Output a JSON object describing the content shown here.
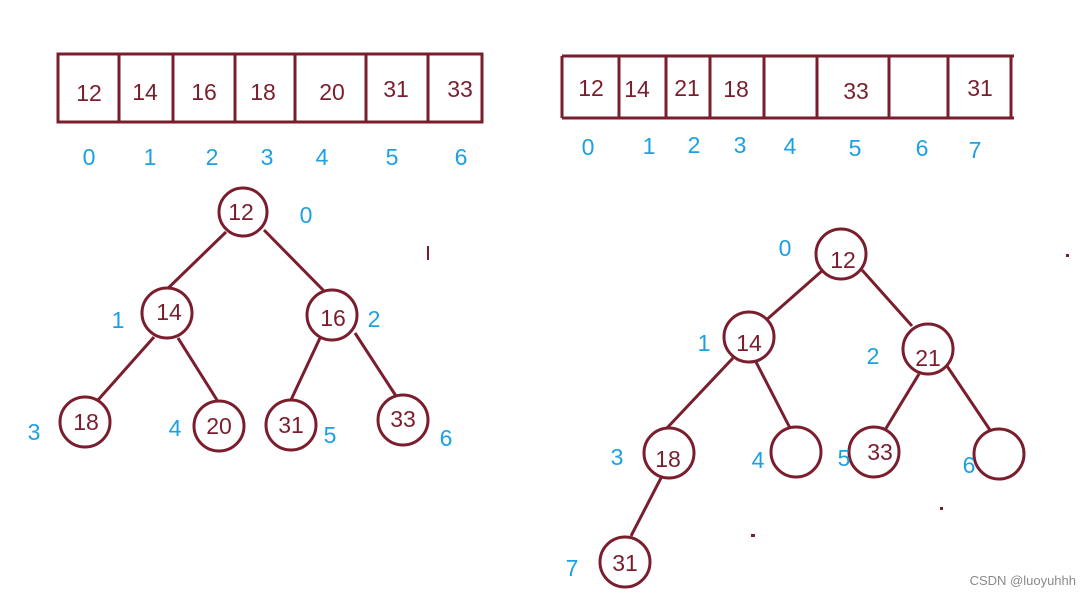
{
  "left": {
    "array_values": [
      "12",
      "14",
      "16",
      "18",
      "20",
      "31",
      "33"
    ],
    "array_indices": [
      "0",
      "1",
      "2",
      "3",
      "4",
      "5",
      "6"
    ],
    "nodes": [
      {
        "value": "12",
        "index": "0"
      },
      {
        "value": "14",
        "index": "1"
      },
      {
        "value": "16",
        "index": "2"
      },
      {
        "value": "18",
        "index": "3"
      },
      {
        "value": "20",
        "index": "4"
      },
      {
        "value": "31",
        "index": "5"
      },
      {
        "value": "33",
        "index": "6"
      }
    ]
  },
  "right": {
    "array_values": [
      "12",
      "14",
      "21",
      "18",
      "",
      "33",
      "",
      "31"
    ],
    "array_indices": [
      "0",
      "1",
      "2",
      "3",
      "4",
      "5",
      "6",
      "7"
    ],
    "nodes": [
      {
        "value": "12",
        "index": "0"
      },
      {
        "value": "14",
        "index": "1"
      },
      {
        "value": "21",
        "index": "2"
      },
      {
        "value": "18",
        "index": "3"
      },
      {
        "value": "",
        "index": "4"
      },
      {
        "value": "33",
        "index": "5"
      },
      {
        "value": "",
        "index": "6"
      },
      {
        "value": "31",
        "index": "7"
      }
    ]
  },
  "watermark": "CSDN @luoyuhhh",
  "colors": {
    "ink": "#7a1e2e",
    "index": "#1ba1e2"
  }
}
